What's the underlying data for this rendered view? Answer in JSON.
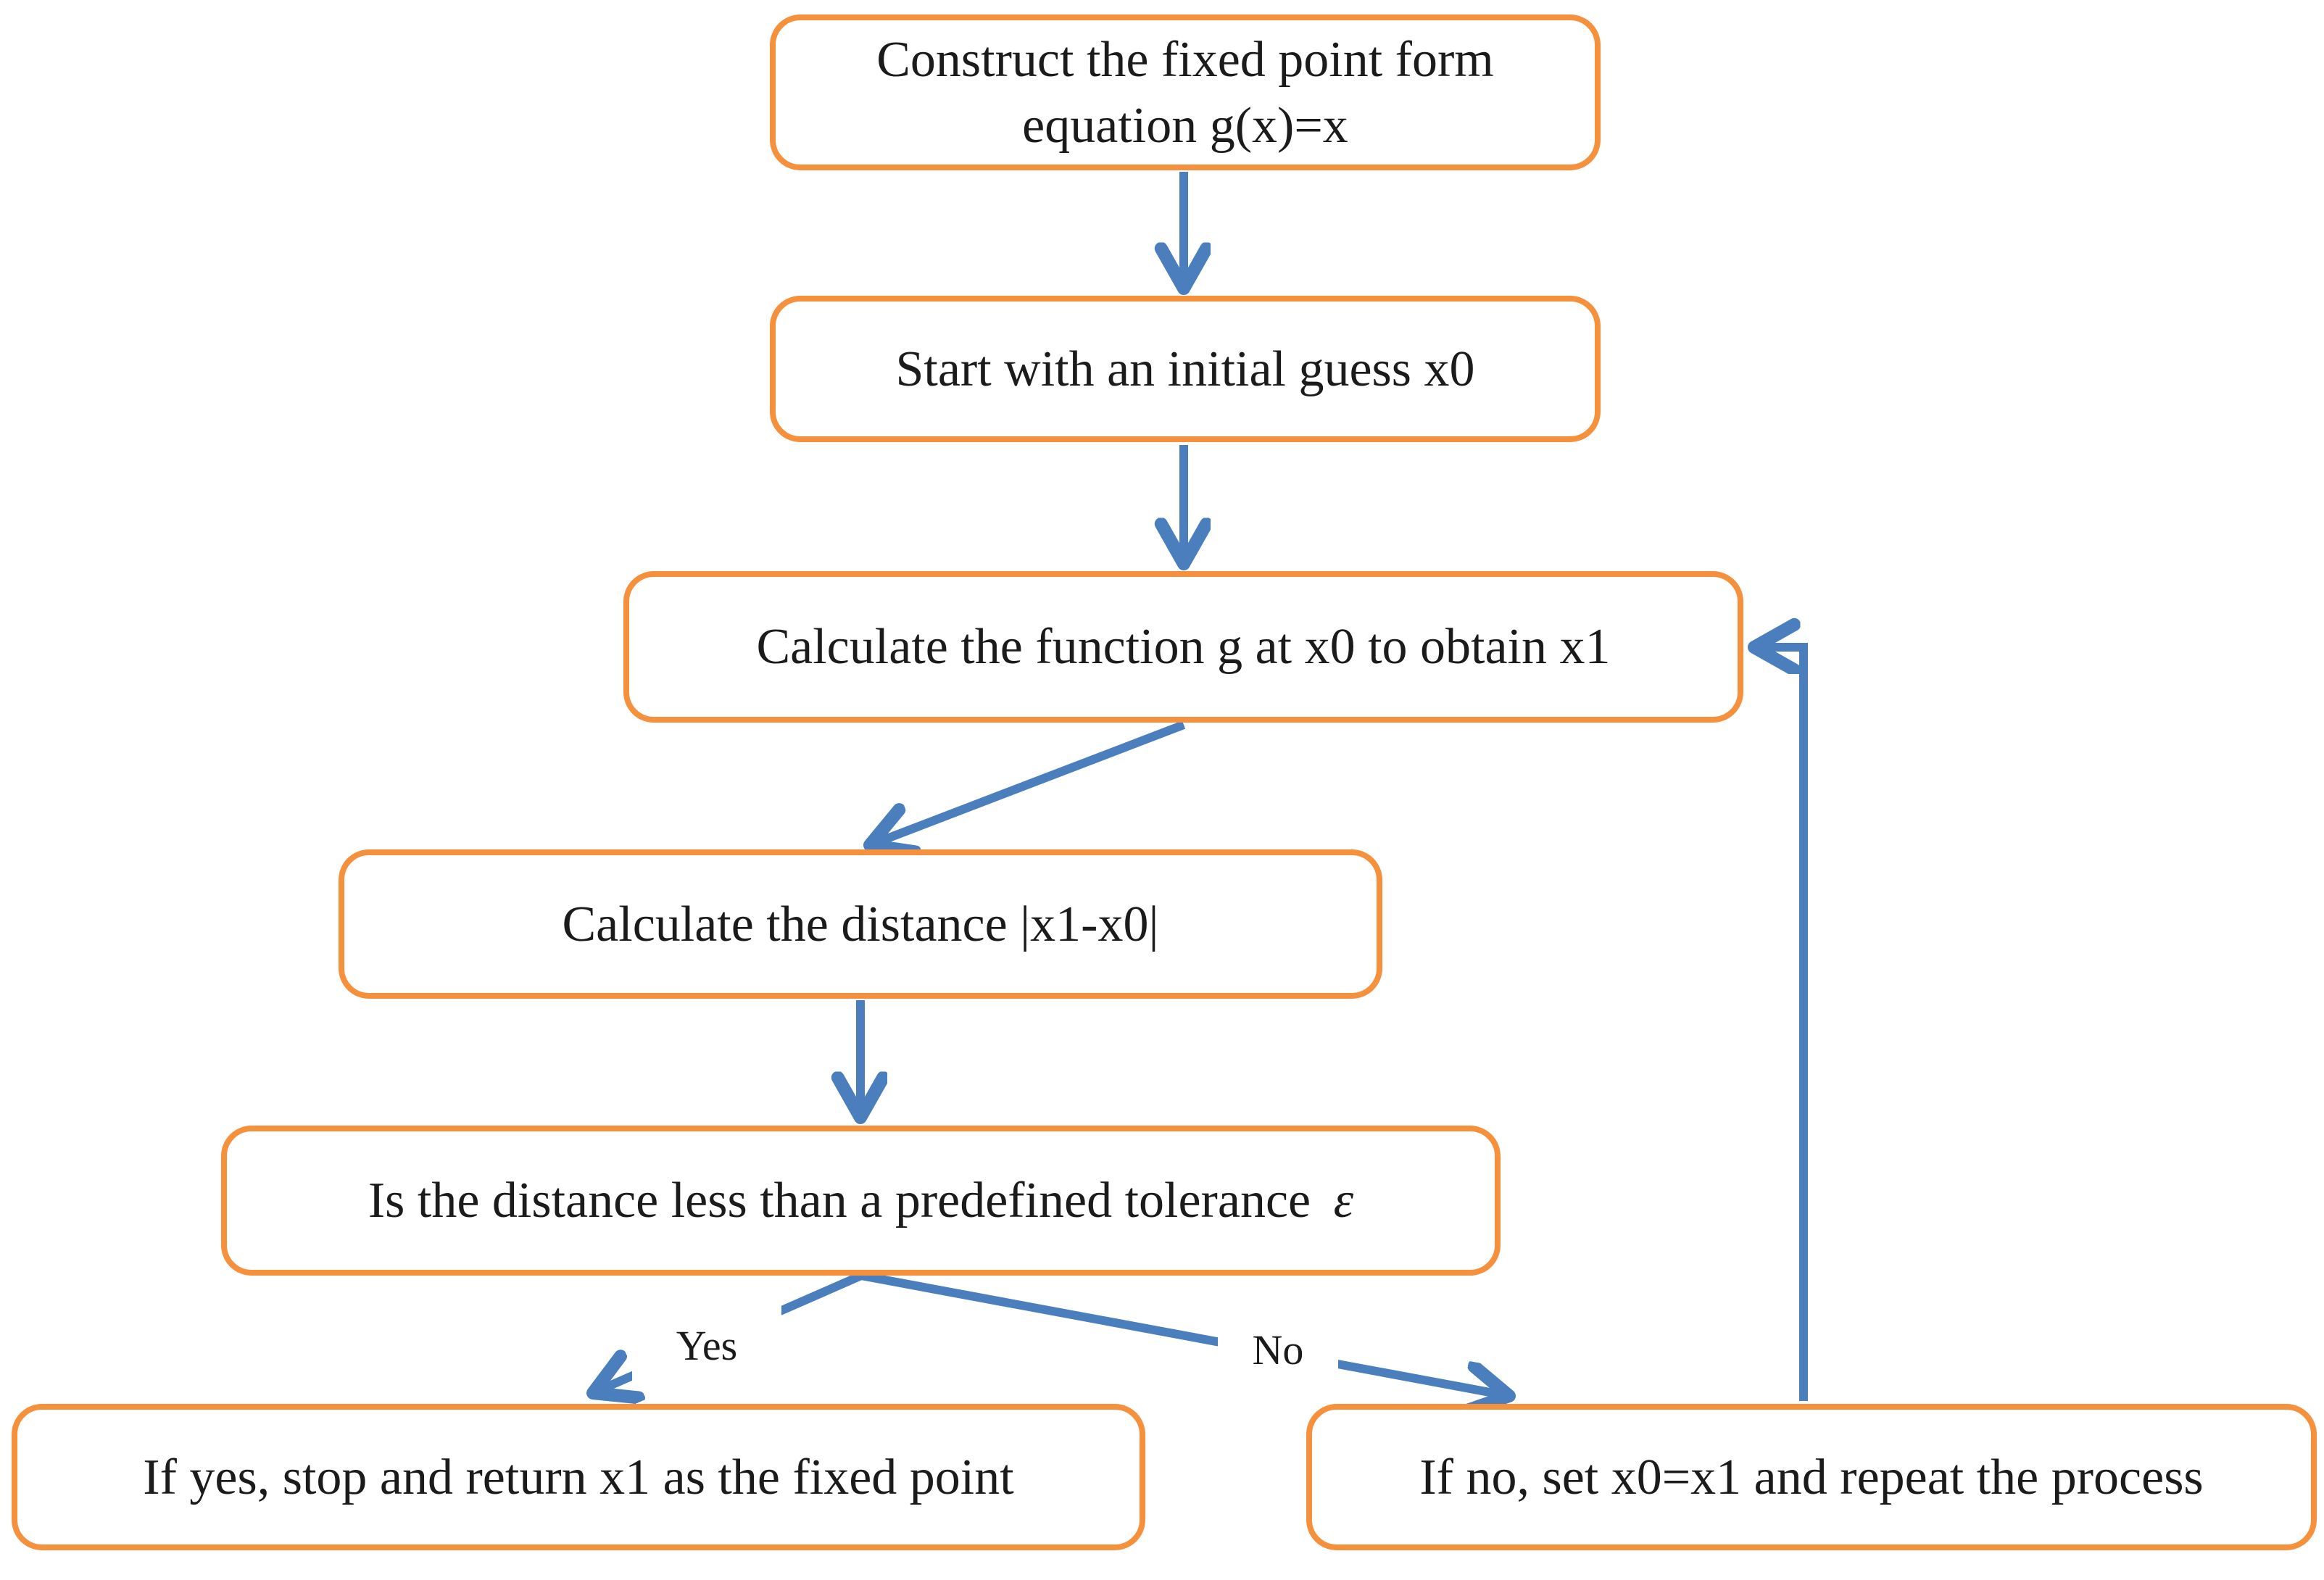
{
  "colors": {
    "node_border": "#F5913D",
    "arrow": "#4A7EBC",
    "text": "#1B1B1B",
    "background": "#FFFFFF"
  },
  "nodes": {
    "construct": {
      "line1": "Construct the fixed point form",
      "line2": "equation g(x)=x"
    },
    "start": {
      "label": "Start with an initial guess x0"
    },
    "calc_g": {
      "label": "Calculate the function g at x0 to obtain x1"
    },
    "distance": {
      "label": "Calculate the distance |x1-x0|"
    },
    "decision": {
      "label_main": "Is the distance less than a predefined tolerance",
      "symbol": "ε"
    },
    "yes_branch": {
      "label": "If yes, stop and return x1 as the fixed point"
    },
    "no_branch": {
      "label": "If no, set x0=x1 and repeat the process"
    }
  },
  "edge_labels": {
    "yes": "Yes",
    "no": "No"
  }
}
